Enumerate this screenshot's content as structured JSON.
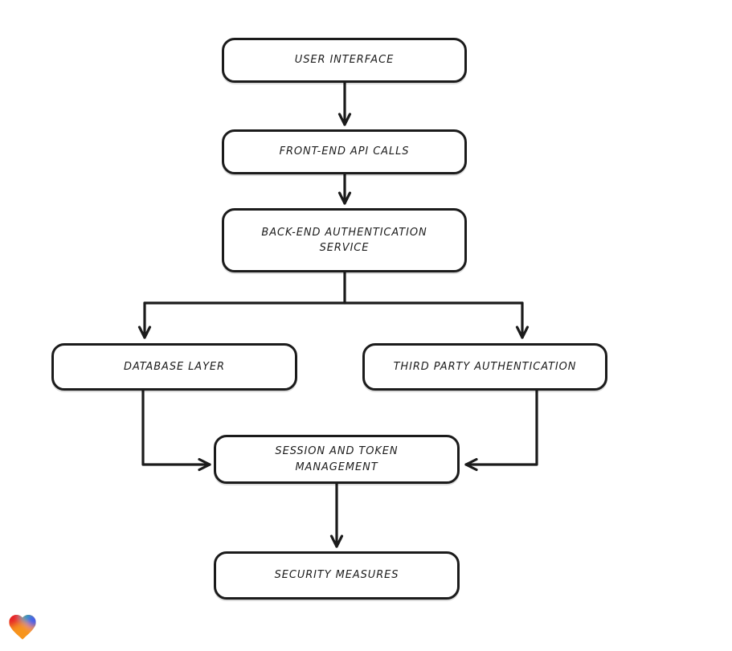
{
  "page": {
    "background_color": "#ffffff"
  },
  "diagram": {
    "type": "flowchart",
    "style": {
      "stroke_color": "#1b1b1b",
      "box_fill": "#ffffff",
      "text_color": "#1d1d1d"
    },
    "nodes": [
      {
        "id": "user-interface",
        "label": "USER INTERFACE"
      },
      {
        "id": "front-end-api-calls",
        "label": "FRONT-END API CALLS"
      },
      {
        "id": "back-end-authentication-service",
        "label": "BACK-END AUTHENTICATION SERVICE"
      },
      {
        "id": "database-layer",
        "label": "DATABASE LAYER"
      },
      {
        "id": "third-party-authentication",
        "label": "THIRD PARTY AUTHENTICATION"
      },
      {
        "id": "session-and-token-management",
        "label": "SESSION AND TOKEN MANAGEMENT"
      },
      {
        "id": "security-measures",
        "label": "SECURITY MEASURES"
      }
    ],
    "edges": [
      {
        "from": "user-interface",
        "to": "front-end-api-calls"
      },
      {
        "from": "front-end-api-calls",
        "to": "back-end-authentication-service"
      },
      {
        "from": "back-end-authentication-service",
        "to": "database-layer"
      },
      {
        "from": "back-end-authentication-service",
        "to": "third-party-authentication"
      },
      {
        "from": "database-layer",
        "to": "session-and-token-management"
      },
      {
        "from": "third-party-authentication",
        "to": "session-and-token-management"
      },
      {
        "from": "session-and-token-management",
        "to": "security-measures"
      }
    ],
    "logo": {
      "name": "gradient-heart",
      "colors": [
        "#e82127",
        "#12a5b4",
        "#3b5bf5",
        "#f7941d"
      ]
    }
  }
}
